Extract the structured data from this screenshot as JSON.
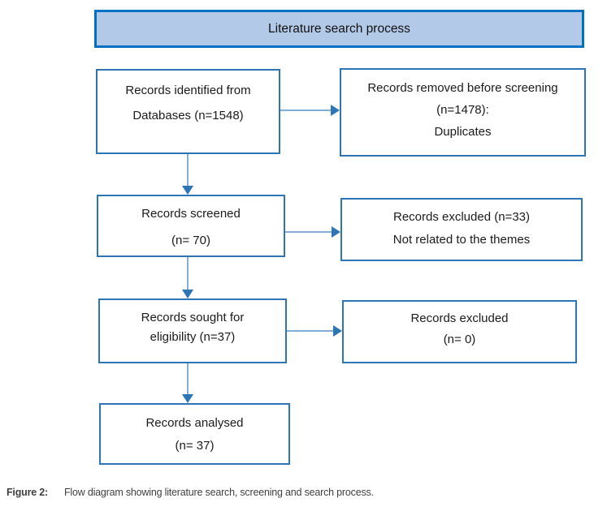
{
  "title_bar": {
    "label": "Literature search process"
  },
  "boxes": {
    "identified": {
      "lines": [
        "Records identified from",
        "Databases (n=1548)"
      ]
    },
    "removed": {
      "lines": [
        "Records removed before screening",
        "(n=1478):",
        "Duplicates"
      ]
    },
    "screened": {
      "lines": [
        "Records screened",
        "(n= 70)"
      ]
    },
    "excluded_themes": {
      "lines": [
        "Records excluded (n=33)",
        "Not related to the themes"
      ]
    },
    "sought": {
      "lines": [
        "Records sought for",
        "eligibility (n=37)"
      ]
    },
    "excluded_zero": {
      "lines": [
        "Records excluded",
        "(n= 0)"
      ]
    },
    "analysed": {
      "lines": [
        "Records analysed",
        "(n= 37)"
      ]
    }
  },
  "caption": {
    "label": "Figure 2:",
    "text": "Flow diagram showing literature search, screening and search process."
  },
  "colors": {
    "title_fill": "#b3c9e8",
    "title_border": "#0070c0",
    "box_border": "#2e75b6",
    "box_fill": "#ffffff",
    "arrow_line": "#84add9",
    "arrow_head": "#2e75b6",
    "text": "#1b1b1b",
    "caption_text": "#3f3f3f"
  }
}
